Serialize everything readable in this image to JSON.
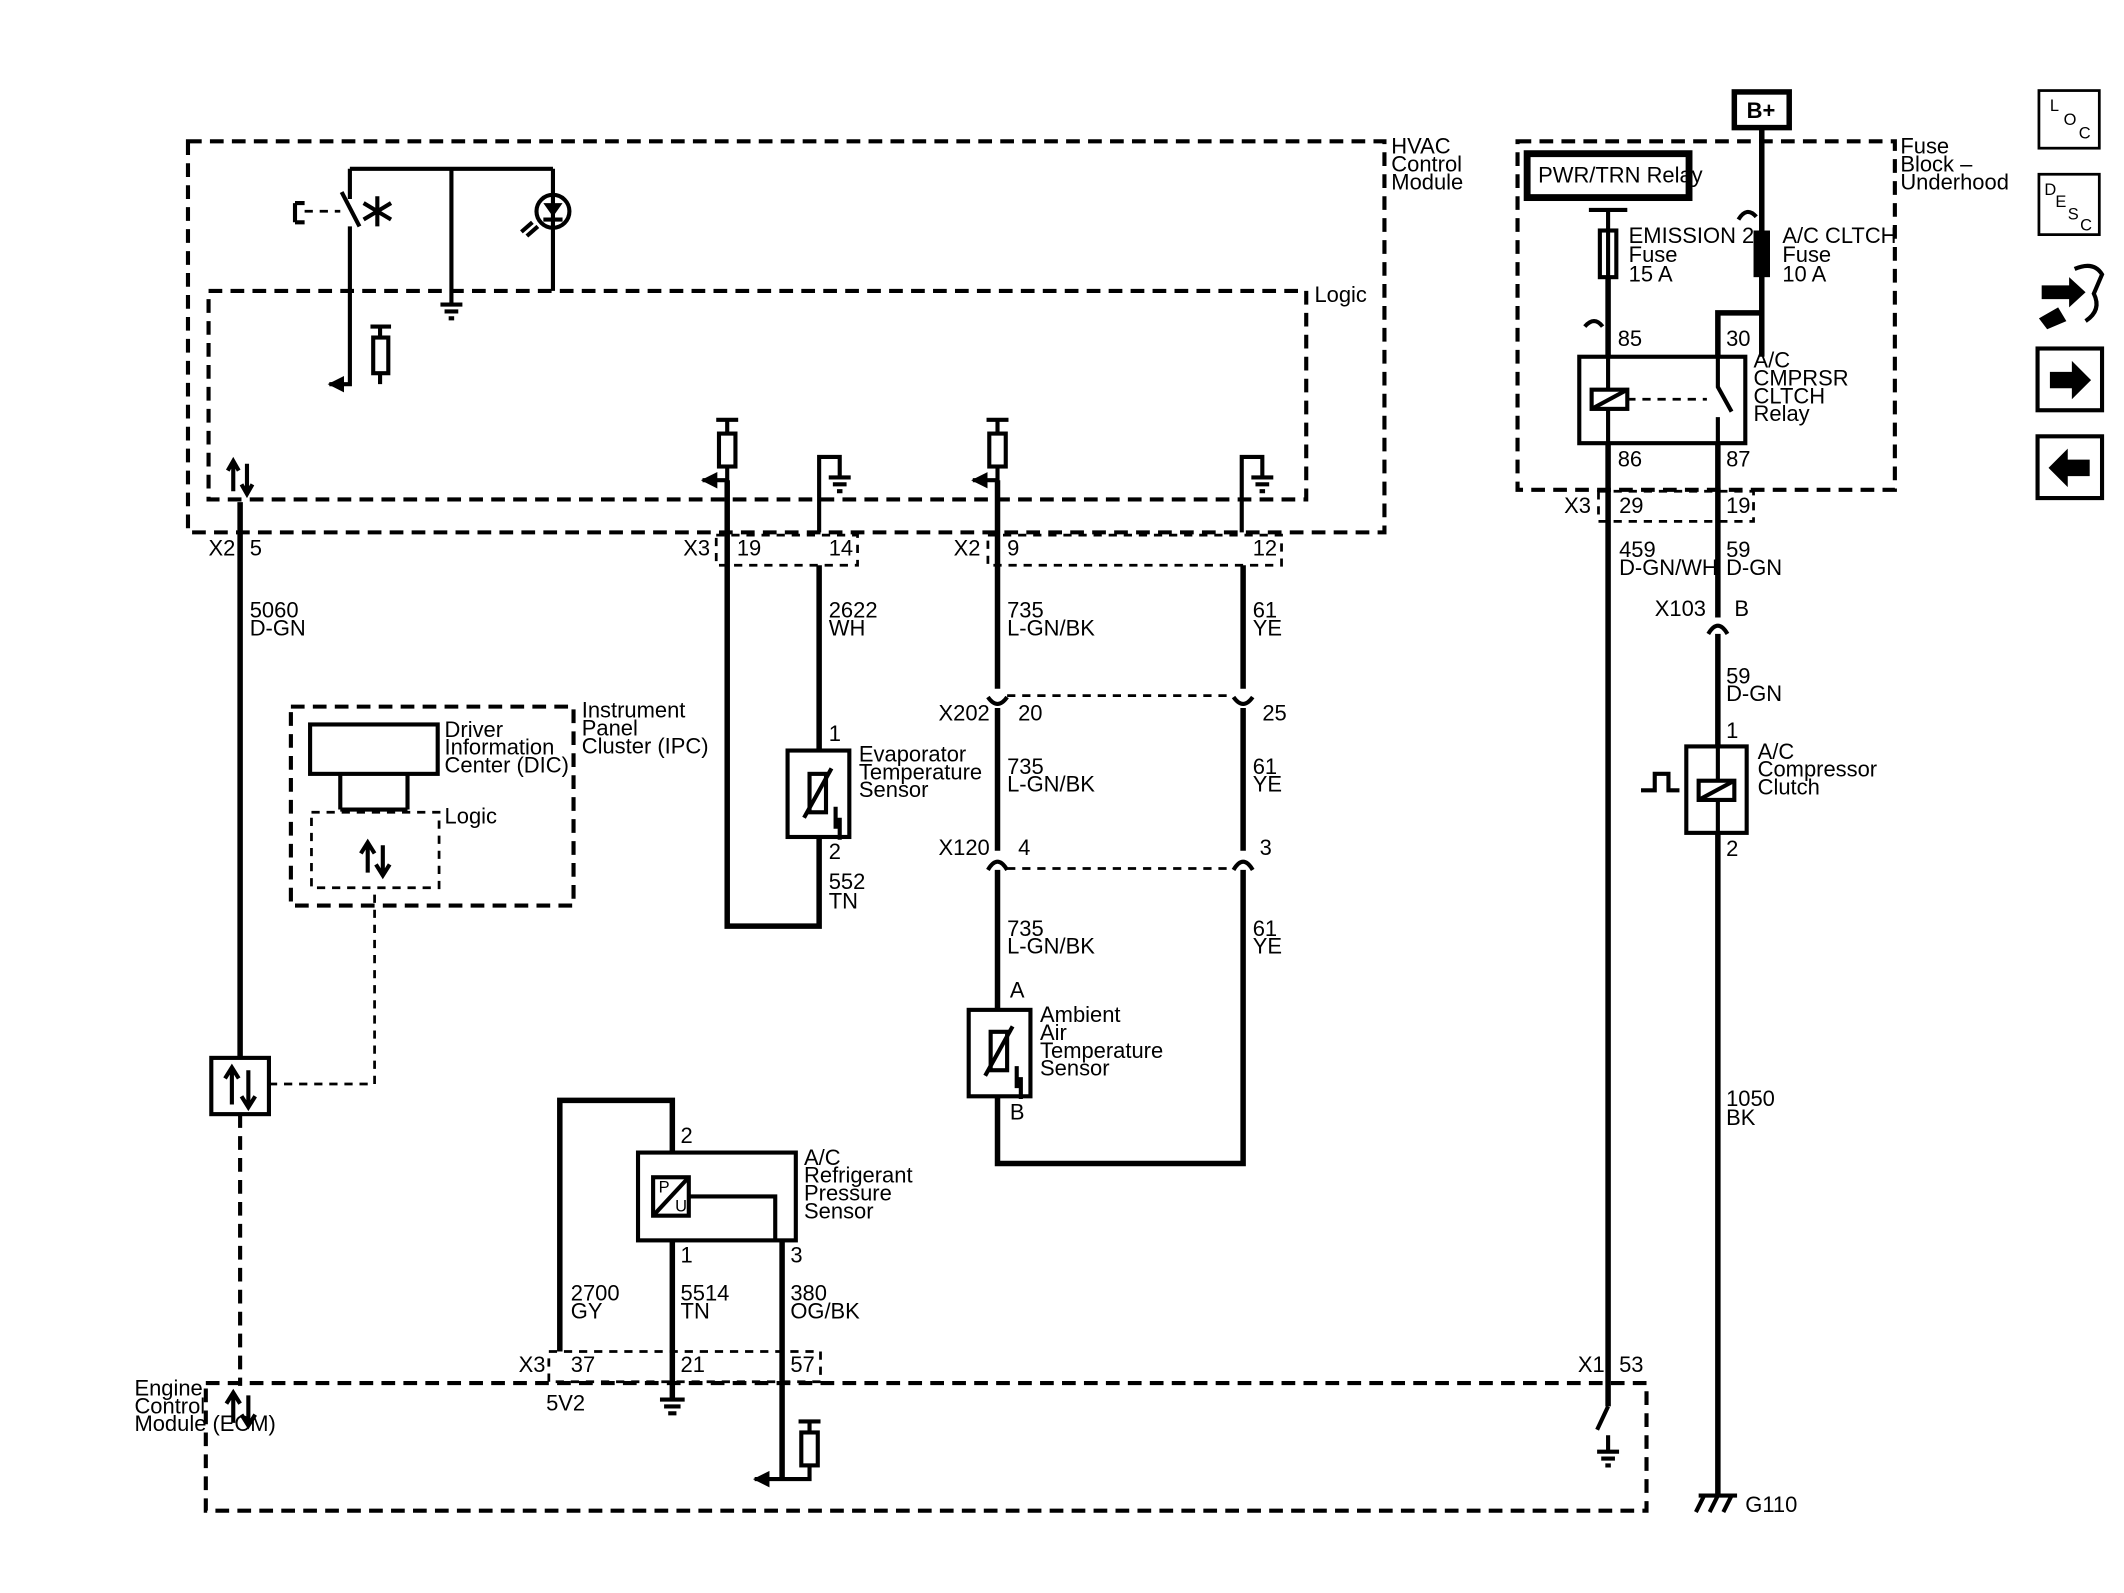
{
  "modules": {
    "hvac": "HVAC Control Module",
    "hvac_logic": "Logic",
    "fuse_block": "Fuse Block – Underhood",
    "ipc": "Instrument Panel Cluster (IPC)",
    "dic": "Driver Information Center (DIC)",
    "ipc_logic": "Logic",
    "ecm": "Engine Control Module (ECM)"
  },
  "relays": {
    "pwr_trn": "PWR/TRN Relay",
    "ac_relay": "A/C CMPRSR CLTCH Relay"
  },
  "power": {
    "bplus": "B+"
  },
  "fuses": {
    "emission": {
      "name": "EMISSION 2",
      "type": "Fuse",
      "rating": "15 A"
    },
    "ac_clutch": {
      "name": "A/C CLTCH",
      "type": "Fuse",
      "rating": "10 A"
    }
  },
  "relay_pins": {
    "p85": "85",
    "p30": "30",
    "p86": "86",
    "p87": "87"
  },
  "connectors": {
    "hvac_x2": {
      "name": "X2",
      "pin": "5"
    },
    "hvac_x3": {
      "name": "X3",
      "pins": [
        "19",
        "14"
      ]
    },
    "hvac_x2b": {
      "name": "X2",
      "pins": [
        "9",
        "12"
      ]
    },
    "fuse_x3": {
      "name": "X3",
      "pins": [
        "29",
        "19"
      ]
    },
    "x103": {
      "name": "X103",
      "pin": "B"
    },
    "x202": {
      "name": "X202",
      "pins": [
        "20",
        "25"
      ]
    },
    "x120": {
      "name": "X120",
      "pins": [
        "4",
        "3"
      ]
    },
    "ecm_x3": {
      "name": "X3",
      "pins": [
        "37",
        "21",
        "57"
      ]
    },
    "ecm_x1": {
      "name": "X1",
      "pin": "53"
    }
  },
  "wires": {
    "w5060": {
      "circuit": "5060",
      "color": "D-GN"
    },
    "w2622": {
      "circuit": "2622",
      "color": "WH"
    },
    "w552": {
      "circuit": "552",
      "color": "TN"
    },
    "w735a": {
      "circuit": "735",
      "color": "L-GN/BK"
    },
    "w735b": {
      "circuit": "735",
      "color": "L-GN/BK"
    },
    "w735c": {
      "circuit": "735",
      "color": "L-GN/BK"
    },
    "w61a": {
      "circuit": "61",
      "color": "YE"
    },
    "w61b": {
      "circuit": "61",
      "color": "YE"
    },
    "w61c": {
      "circuit": "61",
      "color": "YE"
    },
    "w459": {
      "circuit": "459",
      "color": "D-GN/WH"
    },
    "w59a": {
      "circuit": "59",
      "color": "D-GN"
    },
    "w59b": {
      "circuit": "59",
      "color": "D-GN"
    },
    "w1050": {
      "circuit": "1050",
      "color": "BK"
    },
    "w2700": {
      "circuit": "2700",
      "color": "GY"
    },
    "w5514": {
      "circuit": "5514",
      "color": "TN"
    },
    "w380": {
      "circuit": "380",
      "color": "OG/BK"
    }
  },
  "components": {
    "evap": {
      "name": "Evaporator Temperature Sensor",
      "pin1": "1",
      "pin2": "2"
    },
    "ambient": {
      "name": "Ambient Air Temperature Sensor",
      "pinA": "A",
      "pinB": "B"
    },
    "pressure": {
      "name": "A/C Refrigerant Pressure Sensor",
      "pin2": "2",
      "pin1": "1",
      "pin3": "3",
      "p_label": "P",
      "u_label": "U"
    },
    "clutch": {
      "name": "A/C Compressor Clutch",
      "pin1": "1",
      "pin2": "2"
    }
  },
  "misc": {
    "v5v2": "5V2",
    "ground": "G110"
  },
  "nav": {
    "loc": [
      "L",
      "O",
      "C"
    ],
    "desc": [
      "D",
      "E",
      "S",
      "C"
    ]
  }
}
